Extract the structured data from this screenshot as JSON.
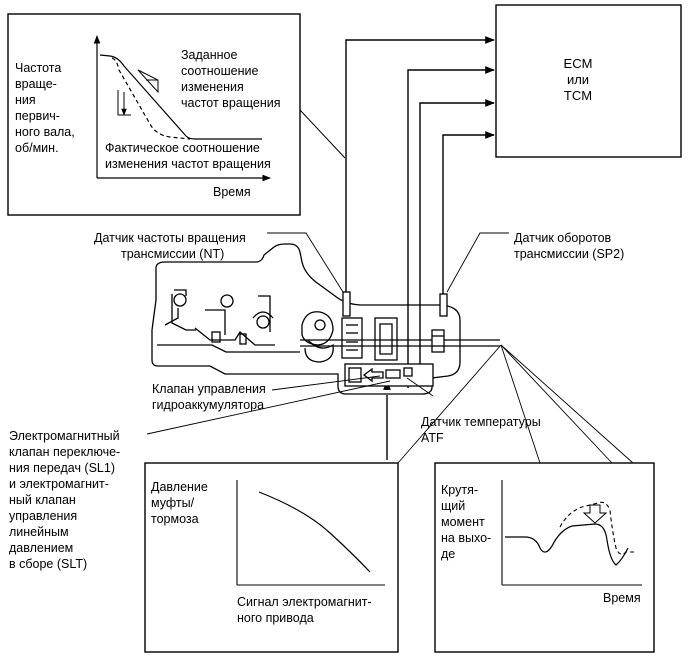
{
  "ecm_box": {
    "lines": [
      "ECM",
      "или",
      "TCM"
    ]
  },
  "speed_chart": {
    "ylabel": [
      "Частота",
      "враще-",
      "ния",
      "первич-",
      "ного вала,",
      "об/мин."
    ],
    "target_label": [
      "Заданное",
      "соотношение",
      "изменения",
      "частот вращения"
    ],
    "actual_label": [
      "Фактическое соотношение",
      "изменения частот вращения"
    ],
    "xlabel": "Время"
  },
  "callouts": {
    "nt_sensor": [
      "Датчик частоты вращения",
      "трансмиссии (NT)"
    ],
    "sp2_sensor": [
      "Датчик оборотов",
      "трансмиссии (SP2)"
    ],
    "accumulator_valve": [
      "Клапан управления",
      "гидроаккумулятора"
    ],
    "atf_sensor": [
      "Датчик температуры",
      "ATF"
    ],
    "solenoids": [
      "Электромагнитный",
      "клапан переключе-",
      "ния передач (SL1)",
      "и электромагнит-",
      "ный клапан",
      "управления",
      "линейным",
      "давлением",
      "в сборе (SLT)"
    ]
  },
  "pressure_chart": {
    "ylabel": [
      "Давление",
      "муфты/",
      "тормоза"
    ],
    "xlabel": [
      "Сигнал электромагнит-",
      "ного привода"
    ]
  },
  "torque_chart": {
    "ylabel": [
      "Крутя-",
      "щий",
      "момент",
      "на выхо-",
      "де"
    ],
    "xlabel": "Время"
  }
}
